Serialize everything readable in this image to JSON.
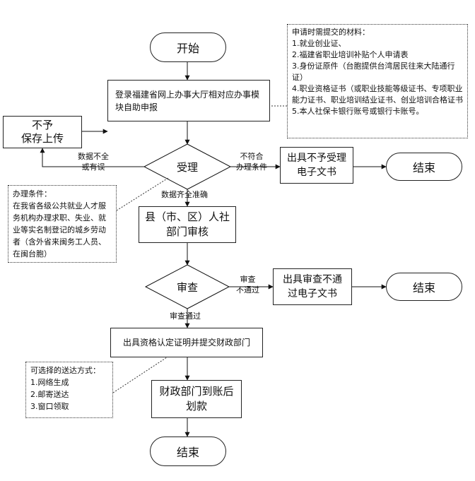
{
  "nodes": {
    "start": "开始",
    "login": "登录福建省网上办事大厅相对应办事模块自助申报",
    "save_upload": "不予\n保存上传",
    "accept": "受理",
    "reject_doc": "出具不予受理电子文书",
    "end1": "结束",
    "county_review": "县（市、区）人社部门审核",
    "review": "审查",
    "fail_doc": "出具审查不通过电子文书",
    "end2": "结束",
    "certify": "出具资格认定证明并提交财政部门",
    "finance": "财政部门到账后划款",
    "end3": "结束"
  },
  "edges": {
    "incomplete": "数据不全\n或有误",
    "not_eligible": "不符合\n办理条件",
    "complete": "数据齐全准确",
    "review_fail": "审查\n不通过",
    "review_pass": "审查通过"
  },
  "notes": {
    "materials": {
      "title": "申请时需提交的材料：",
      "items": [
        "1.就业创业证、",
        "2.福建省职业培训补贴个人申请表",
        "3.身份证原件（台胞提供台湾居民往来大陆通行证）",
        "4.职业资格证书（或职业技能等级证书、专项职业能力证书、职业培训结业证书、创业培训合格证书",
        "5.本人社保卡银行账号或银行卡账号。"
      ]
    },
    "conditions": {
      "title": "办理条件：",
      "body": "在我省各级公共就业人才服务机构办理求职、失业、就业等实名制登记的城乡劳动者（含外省来闽务工人员、在闽台胞）"
    },
    "delivery": {
      "title": "可选择的送达方式：",
      "items": [
        "1.网络生成",
        "2.邮寄送达",
        "3.窗口领取"
      ]
    }
  }
}
